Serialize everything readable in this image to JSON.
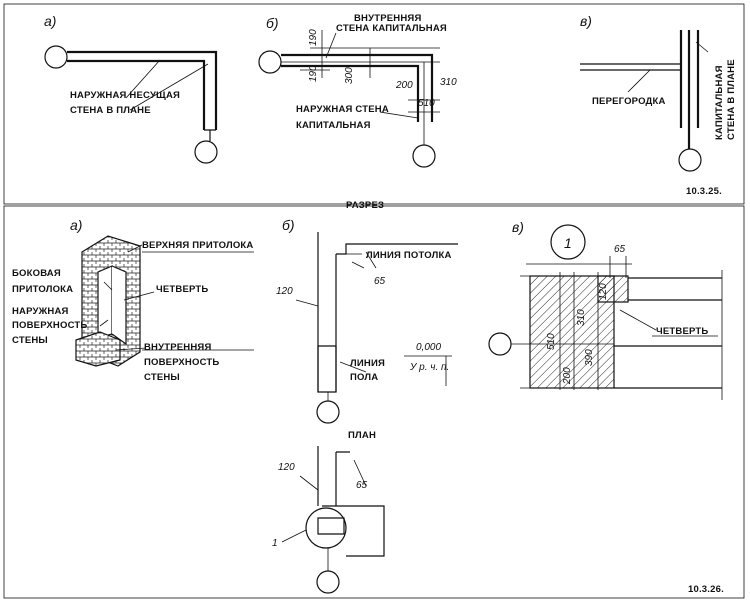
{
  "fig1": {
    "id": "10.3.25.",
    "a": {
      "letter": "а)",
      "label1": "НАРУЖНАЯ НЕСУЩАЯ",
      "label2": "СТЕНА В ПЛАНЕ"
    },
    "b": {
      "letter": "б)",
      "top1": "ВНУТРЕННЯЯ",
      "top2": "СТЕНА КАПИТАЛЬНАЯ",
      "bot1": "НАРУЖНАЯ СТЕНА",
      "bot2": "КАПИТАЛЬНАЯ",
      "d190a": "190",
      "d190b": "190",
      "d300": "300",
      "d200": "200",
      "d310": "310",
      "d510": "510"
    },
    "c": {
      "letter": "в)",
      "label": "ПЕРЕГОРОДКА",
      "vert1": "КАПИТАЛЬНАЯ",
      "vert2": "СТЕНА В ПЛАНЕ"
    }
  },
  "fig2": {
    "id": "10.3.26.",
    "a": {
      "letter": "а)",
      "top_lintel": "ВЕРХНЯЯ ПРИТОЛОКА",
      "side1": "БОКОВАЯ",
      "side2": "ПРИТОЛОКА",
      "quarter": "ЧЕТВЕРТЬ",
      "out1": "НАРУЖНАЯ",
      "out2": "ПОВЕРХНОСТЬ",
      "out3": "СТЕНЫ",
      "in1": "ВНУТРЕННЯЯ",
      "in2": "ПОВЕРХНОСТЬ",
      "in3": "СТЕНЫ"
    },
    "b": {
      "letter": "б)",
      "section_title": "РАЗРЕЗ",
      "ceiling": "ЛИНИЯ ПОТОЛКА",
      "floor1": "ЛИНИЯ",
      "floor2": "ПОЛА",
      "d120": "120",
      "d65": "65",
      "level": "0,000",
      "level_sub": "У р. ч. п.",
      "plan_title": "ПЛАН",
      "plan_d120": "120",
      "plan_d65": "65",
      "callout": "1"
    },
    "c": {
      "letter": "в)",
      "circle": "1",
      "d65": "65",
      "d120": "120",
      "d310": "310",
      "d510": "510",
      "d200": "200",
      "d390": "390",
      "quarter": "ЧЕТВЕРТЬ"
    }
  }
}
